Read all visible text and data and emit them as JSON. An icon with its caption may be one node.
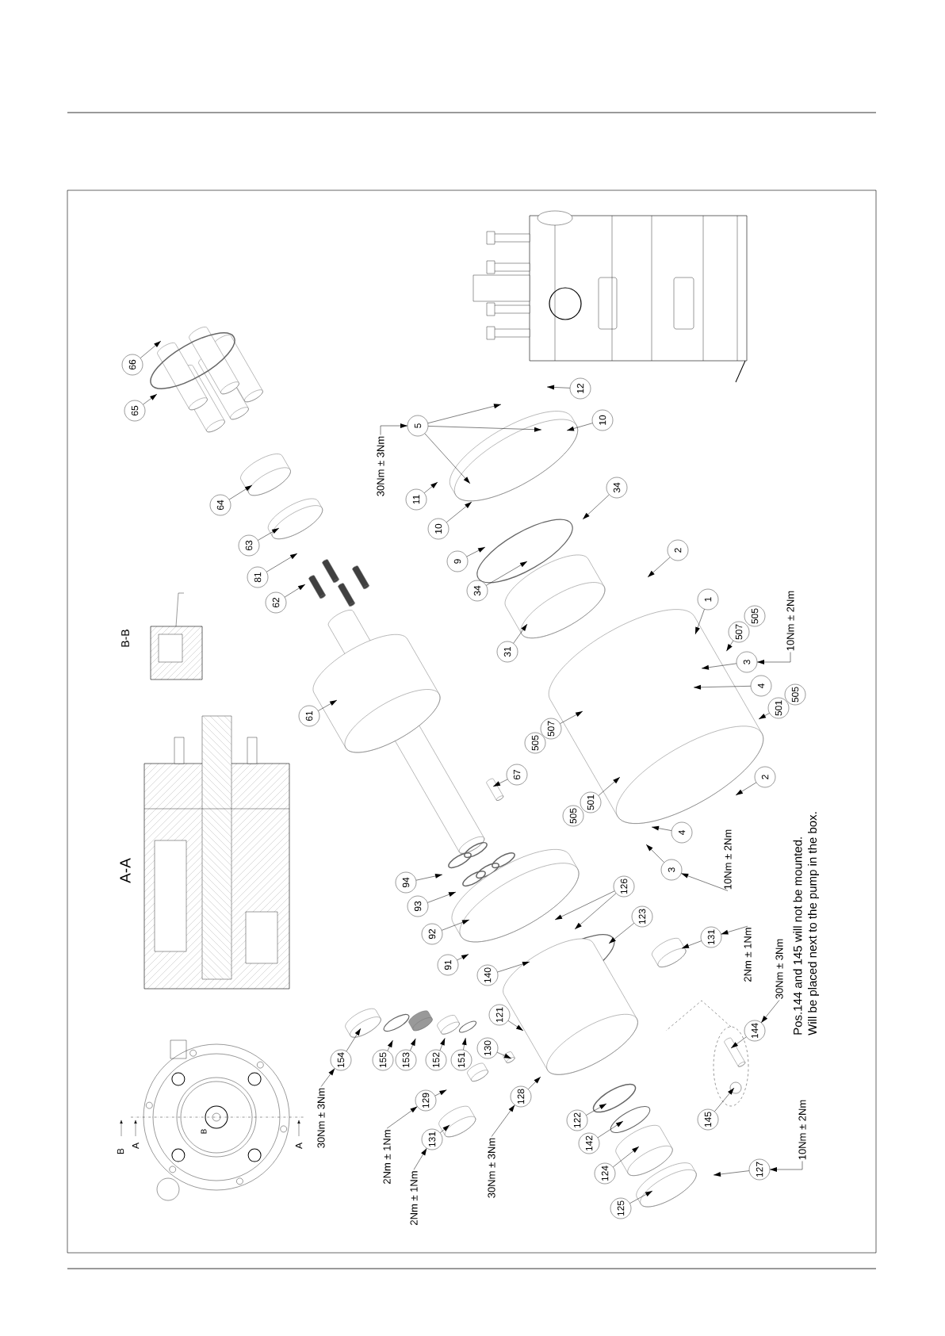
{
  "diagram": {
    "nodes": [
      {
        "text": [
          "66"
        ]
      },
      {
        "text": [
          "65"
        ]
      },
      {
        "text": [
          "64"
        ]
      },
      {
        "text": [
          "63"
        ]
      },
      {
        "text": [
          "81"
        ]
      },
      {
        "text": [
          "62"
        ]
      },
      {
        "text": [
          "5"
        ]
      },
      {
        "text": [
          "30Nm ± 3Nm"
        ]
      },
      {
        "text": [
          "11"
        ]
      },
      {
        "text": [
          "10"
        ]
      },
      {
        "text": [
          "12"
        ]
      },
      {
        "text": [
          "10"
        ]
      },
      {
        "text": [
          "34"
        ]
      },
      {
        "text": [
          "9"
        ]
      },
      {
        "text": [
          "34"
        ]
      },
      {
        "text": [
          "2"
        ]
      },
      {
        "text": [
          "61"
        ]
      },
      {
        "text": [
          "31"
        ]
      },
      {
        "text": [
          "1"
        ]
      },
      {
        "text": [
          "507"
        ]
      },
      {
        "text": [
          "505"
        ]
      },
      {
        "text": [
          "3"
        ]
      },
      {
        "text": [
          "10Nm ± 2Nm"
        ]
      },
      {
        "text": [
          "4"
        ]
      },
      {
        "text": [
          "501"
        ]
      },
      {
        "text": [
          "505"
        ]
      },
      {
        "text": [
          "505"
        ]
      },
      {
        "text": [
          "507"
        ]
      },
      {
        "text": [
          "67"
        ]
      },
      {
        "text": [
          "505"
        ]
      },
      {
        "text": [
          "501"
        ]
      },
      {
        "text": [
          "2"
        ]
      },
      {
        "text": [
          "4"
        ]
      },
      {
        "text": [
          "3"
        ]
      },
      {
        "text": [
          "10Nm ± 2Nm"
        ]
      },
      {
        "text": [
          "94"
        ]
      },
      {
        "text": [
          "93"
        ]
      },
      {
        "text": [
          "92"
        ]
      },
      {
        "text": [
          "91"
        ]
      },
      {
        "text": [
          "126"
        ]
      },
      {
        "text": [
          "123"
        ]
      },
      {
        "text": [
          "131"
        ]
      },
      {
        "text": [
          "2Nm ± 1Nm"
        ]
      },
      {
        "text": [
          "140"
        ]
      },
      {
        "text": [
          "121"
        ]
      },
      {
        "text": [
          "30Nm ± 3Nm"
        ]
      },
      {
        "text": [
          "144"
        ]
      },
      {
        "text": [
          "154"
        ]
      },
      {
        "text": [
          "155"
        ]
      },
      {
        "text": [
          "153"
        ]
      },
      {
        "text": [
          "152"
        ]
      },
      {
        "text": [
          "151"
        ]
      },
      {
        "text": [
          "130"
        ]
      },
      {
        "text": [
          "30Nm ± 3Nm"
        ]
      },
      {
        "text": [
          "129"
        ]
      },
      {
        "text": [
          "2Nm ± 1Nm"
        ]
      },
      {
        "text": [
          "128"
        ]
      },
      {
        "text": [
          "131"
        ]
      },
      {
        "text": [
          "2Nm ± 1Nm"
        ]
      },
      {
        "text": [
          "30Nm ± 3Nm"
        ]
      },
      {
        "text": [
          "122"
        ]
      },
      {
        "text": [
          "145"
        ]
      },
      {
        "text": [
          "142"
        ]
      },
      {
        "text": [
          "124"
        ]
      },
      {
        "text": [
          "127"
        ]
      },
      {
        "text": [
          "10Nm ± 2Nm"
        ]
      },
      {
        "text": [
          "125"
        ]
      }
    ],
    "edges": [
      {
        "from": 0,
        "to": null,
        "arrow": "to"
      },
      {
        "from": 1,
        "to": null,
        "arrow": "to"
      },
      {
        "from": 2,
        "to": null,
        "arrow": "to"
      },
      {
        "from": 3,
        "to": null,
        "arrow": "to"
      },
      {
        "from": 4,
        "to": null,
        "arrow": "to"
      },
      {
        "from": 5,
        "to": null,
        "arrow": "to"
      },
      {
        "from": 6,
        "to": null,
        "arrow": "to"
      },
      {
        "from": 6,
        "to": null,
        "arrow": "to"
      },
      {
        "from": 6,
        "to": null,
        "arrow": "to"
      },
      {
        "from": 7,
        "to": 6,
        "arrow": "to"
      },
      {
        "from": 8,
        "to": null,
        "arrow": "to"
      },
      {
        "from": 9,
        "to": null,
        "arrow": "to"
      },
      {
        "from": 10,
        "to": null,
        "arrow": "to"
      },
      {
        "from": 11,
        "to": null,
        "arrow": "to"
      },
      {
        "from": 12,
        "to": null,
        "arrow": "to"
      },
      {
        "from": 13,
        "to": null,
        "arrow": "to"
      },
      {
        "from": 14,
        "to": null,
        "arrow": "to"
      },
      {
        "from": 15,
        "to": null,
        "arrow": "to"
      },
      {
        "from": 16,
        "to": null,
        "arrow": "to"
      },
      {
        "from": 17,
        "to": null,
        "arrow": "to"
      },
      {
        "from": 18,
        "to": null,
        "arrow": "to"
      },
      {
        "from": 19,
        "to": null,
        "arrow": "to"
      },
      {
        "from": 21,
        "to": null,
        "arrow": "to"
      },
      {
        "from": 22,
        "to": 21,
        "arrow": "to"
      },
      {
        "from": 23,
        "to": null,
        "arrow": "to"
      },
      {
        "from": 24,
        "to": null,
        "arrow": "to"
      },
      {
        "from": 27,
        "to": null,
        "arrow": "to"
      },
      {
        "from": 28,
        "to": null,
        "arrow": "to"
      },
      {
        "from": 30,
        "to": null,
        "arrow": "to"
      },
      {
        "from": 31,
        "to": null,
        "arrow": "to"
      },
      {
        "from": 32,
        "to": null,
        "arrow": "to"
      },
      {
        "from": 33,
        "to": null,
        "arrow": "to"
      },
      {
        "from": 34,
        "to": 33,
        "arrow": "to"
      },
      {
        "from": 35,
        "to": null,
        "arrow": "to"
      },
      {
        "from": 36,
        "to": null,
        "arrow": "to"
      },
      {
        "from": 37,
        "to": null,
        "arrow": "to"
      },
      {
        "from": 38,
        "to": null,
        "arrow": "to"
      },
      {
        "from": 39,
        "to": null,
        "arrow": "to"
      },
      {
        "from": 39,
        "to": null,
        "arrow": "to"
      },
      {
        "from": 40,
        "to": null,
        "arrow": "to"
      },
      {
        "from": 41,
        "to": null,
        "arrow": "to"
      },
      {
        "from": 42,
        "to": 41,
        "arrow": "to"
      },
      {
        "from": 43,
        "to": null,
        "arrow": "to"
      },
      {
        "from": 44,
        "to": null,
        "arrow": "to"
      },
      {
        "from": 45,
        "to": 46,
        "arrow": "to"
      },
      {
        "from": 46,
        "to": null,
        "arrow": "to"
      },
      {
        "from": 47,
        "to": null,
        "arrow": "to"
      },
      {
        "from": 48,
        "to": null,
        "arrow": "to"
      },
      {
        "from": 49,
        "to": null,
        "arrow": "to"
      },
      {
        "from": 50,
        "to": null,
        "arrow": "to"
      },
      {
        "from": 51,
        "to": null,
        "arrow": "to"
      },
      {
        "from": 52,
        "to": null,
        "arrow": "to"
      },
      {
        "from": 53,
        "to": 47,
        "arrow": "to"
      },
      {
        "from": 54,
        "to": null,
        "arrow": "to"
      },
      {
        "from": 55,
        "to": 54,
        "arrow": "to"
      },
      {
        "from": 56,
        "to": null,
        "arrow": "to"
      },
      {
        "from": 57,
        "to": null,
        "arrow": "to"
      },
      {
        "from": 58,
        "to": 57,
        "arrow": "to"
      },
      {
        "from": 59,
        "to": 56,
        "arrow": "to"
      },
      {
        "from": 60,
        "to": null,
        "arrow": "to"
      },
      {
        "from": 61,
        "to": null,
        "arrow": "to"
      },
      {
        "from": 62,
        "to": null,
        "arrow": "to"
      },
      {
        "from": 63,
        "to": null,
        "arrow": "to"
      },
      {
        "from": 64,
        "to": null,
        "arrow": "to"
      },
      {
        "from": 65,
        "to": 64,
        "arrow": "to"
      },
      {
        "from": 66,
        "to": null,
        "arrow": "to"
      }
    ],
    "labels": [
      "B-B",
      "A-A",
      "B",
      "A",
      "B",
      "A",
      "Pos.144 and 145 will not be mounted.",
      "Will be placed next to the pump in the box."
    ]
  }
}
